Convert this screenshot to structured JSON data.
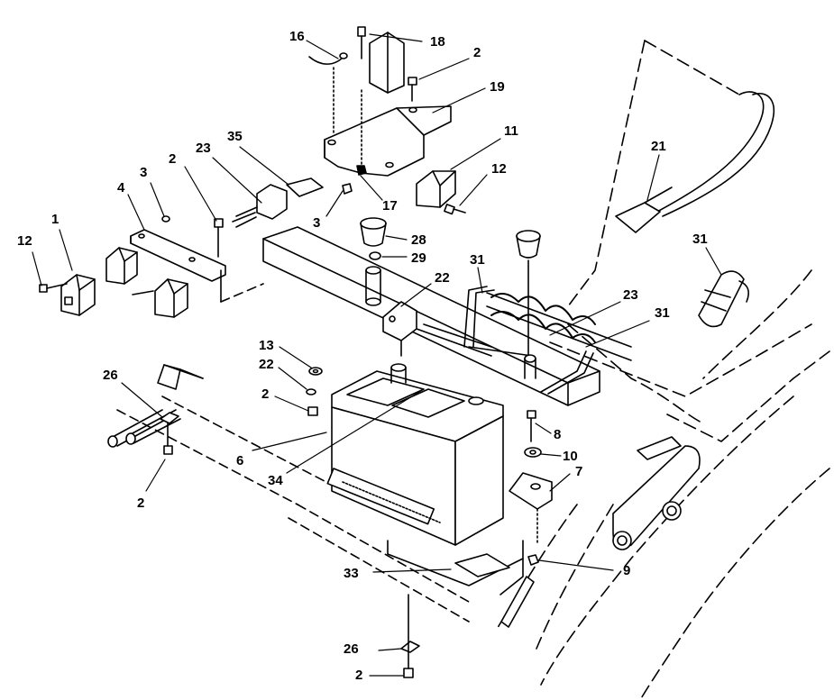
{
  "callouts": {
    "c16": "16",
    "c18": "18",
    "c2_top": "2",
    "c19": "19",
    "c11": "11",
    "c12_right": "12",
    "c35": "35",
    "c23_left": "23",
    "c2_bracket": "2",
    "c3_left": "3",
    "c4": "4",
    "c1": "1",
    "c12_left": "12",
    "c3_mid": "3",
    "c17": "17",
    "c28": "28",
    "c29": "29",
    "c22_top": "22",
    "c31_mid": "31",
    "c21": "21",
    "c31_right": "31",
    "c23_right": "23",
    "c31_lower": "31",
    "c13": "13",
    "c22_mid": "22",
    "c2_mid": "2",
    "c26_top": "26",
    "c6": "6",
    "c34": "34",
    "c2_left": "2",
    "c8": "8",
    "c10": "10",
    "c7": "7",
    "c9": "9",
    "c33": "33",
    "c26_bottom": "26",
    "c2_bottom": "2"
  }
}
